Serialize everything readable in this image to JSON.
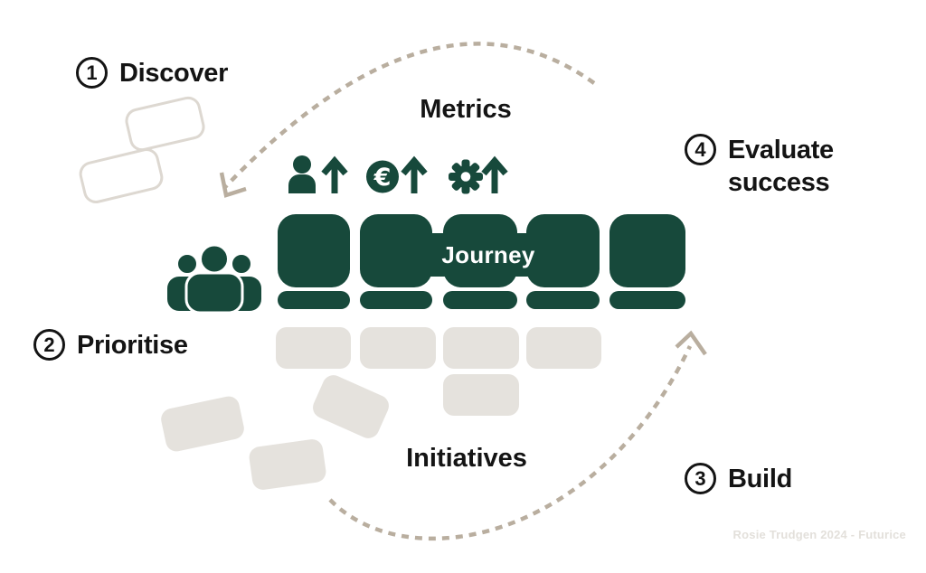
{
  "steps": [
    {
      "number": "1",
      "label": "Discover"
    },
    {
      "number": "2",
      "label": "Prioritise"
    },
    {
      "number": "3",
      "label": "Build"
    },
    {
      "number": "4",
      "label": "Evaluate success"
    }
  ],
  "labels": {
    "metrics": "Metrics",
    "journey": "Journey",
    "initiatives": "Initiatives"
  },
  "metrics": {
    "euro_symbol": "€",
    "icons": [
      "audience-growth",
      "revenue-growth",
      "efficiency-growth"
    ]
  },
  "watermark": "Rosie Trudgen 2024 - Futurice",
  "colors": {
    "green": "#17493B",
    "card_gray": "#E5E2DD",
    "card_outline": "#DDD8D1",
    "arrow_beige": "#B9AE9F",
    "text": "#141414",
    "watermark": "#E3E0DB",
    "journey_text": "#FFFFFF"
  }
}
